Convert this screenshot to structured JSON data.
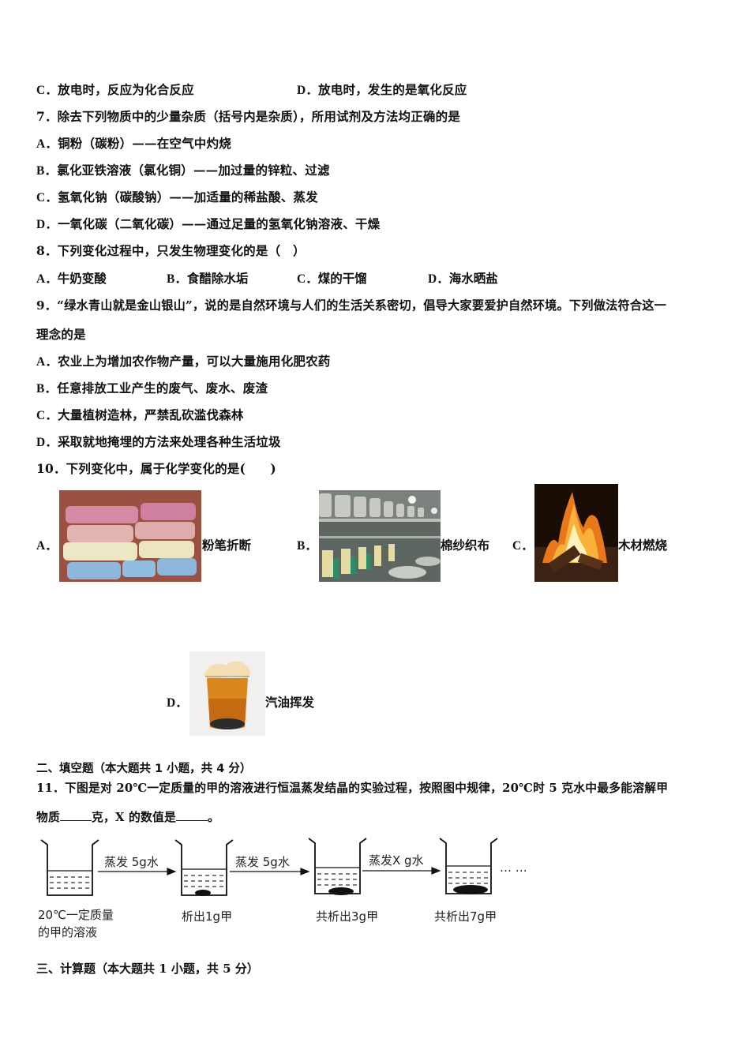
{
  "q6_tail": {
    "option_c": {
      "label": "C．",
      "text": "放电时，反应为化合反应"
    },
    "option_d": {
      "label": "D．",
      "text": "放电时，发生的是氧化反应"
    }
  },
  "q7": {
    "stem": "7．除去下列物质中的少量杂质（括号内是杂质），所用试剂及方法均正确的是",
    "options": [
      {
        "label": "A．",
        "text": "铜粉（碳粉）——在空气中灼烧"
      },
      {
        "label": "B．",
        "text": "氯化亚铁溶液（氯化铜）——加过量的锌粒、过滤"
      },
      {
        "label": "C．",
        "text": "氢氧化钠（碳酸钠）——加适量的稀盐酸、蒸发"
      },
      {
        "label": "D．",
        "text": "一氧化碳（二氧化碳）——通过足量的氢氧化钠溶液、干燥"
      }
    ]
  },
  "q8": {
    "stem": "8．下列变化过程中，只发生物理变化的是（　）",
    "options": [
      {
        "label": "A．",
        "text": "牛奶变酸"
      },
      {
        "label": "B．",
        "text": "食醋除水垢"
      },
      {
        "label": "C．",
        "text": "煤的干馏"
      },
      {
        "label": "D．",
        "text": "海水晒盐"
      }
    ]
  },
  "q9": {
    "stem_line1": "9．“绿水青山就是金山银山”，说的是自然环境与人们的生活关系密切，倡导大家要爱护自然环境。下列做法符合这一",
    "stem_line2": "理念的是",
    "options": [
      {
        "label": "A．",
        "text": "农业上为增加农作物产量，可以大量施用化肥农药"
      },
      {
        "label": "B．",
        "text": "任意排放工业产生的废气、废水、废渣"
      },
      {
        "label": "C．",
        "text": "大量植树造林，严禁乱砍滥伐森林"
      },
      {
        "label": "D．",
        "text": "采取就地掩埋的方法来处理各种生活垃圾"
      }
    ]
  },
  "q10": {
    "stem": "10．下列变化中，属于化学变化的是(　　)",
    "options": [
      {
        "label": "A．",
        "caption": "粉笔折断",
        "image": "broken-chalk-photo"
      },
      {
        "label": "B．",
        "caption": "棉纱织布",
        "image": "textile-machine-photo"
      },
      {
        "label": "C．",
        "caption": "木材燃烧",
        "image": "burning-wood-photo"
      },
      {
        "label": "D．",
        "caption": "汽油挥发",
        "image": "gasoline-beaker-photo"
      }
    ]
  },
  "section2": {
    "title": "二、填空题（本大题共 1 小题，共 4 分）"
  },
  "q11": {
    "stem_line1": "11．下图是对 20℃一定质量的甲的溶液进行恒温蒸发结晶的实验过程，按照图中规律，20℃时 5 克水中最多能溶解甲",
    "stem_line2_a": "物质",
    "stem_line2_b": "克，X 的数值是",
    "stem_line2_c": "。",
    "diagram": {
      "arrows": [
        "蒸发 5g水",
        "蒸发 5g水",
        "蒸发X g水"
      ],
      "beaker_labels": [
        "20℃一定质量",
        "的甲的溶液",
        "析出1g甲",
        "共析出3g甲",
        "共析出7g甲"
      ],
      "ellipsis": "… …"
    }
  },
  "section3": {
    "title": "三、计算题（本大题共 1 小题，共 5 分）"
  }
}
